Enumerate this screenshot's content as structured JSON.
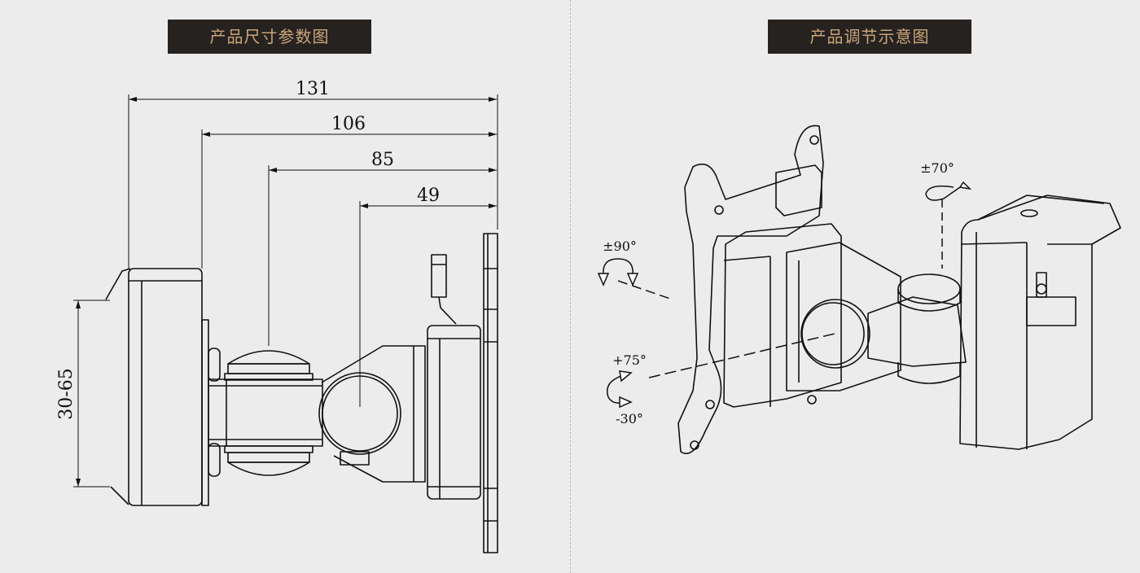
{
  "left_panel": {
    "title": "产品尺寸参数图",
    "dimensions": {
      "d131": "131",
      "d106": "106",
      "d85": "85",
      "d49": "49",
      "clamp_range": "30-65"
    }
  },
  "right_panel": {
    "title": "产品调节示意图",
    "angles": {
      "swivel": "±70°",
      "rotate": "±90°",
      "tilt_up": "+75°",
      "tilt_down": "-30°"
    }
  }
}
